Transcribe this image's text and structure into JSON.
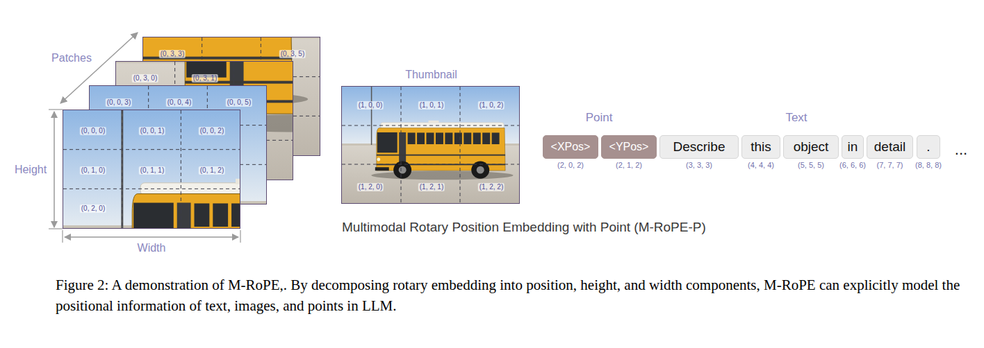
{
  "diagram": {
    "title": "Multimodal Rotary Position Embedding with Point (M-RoPE-P)",
    "caption": "Figure 2: A demonstration of M-RoPE,. By decomposing rotary embedding into position, height, and width components, M-RoPE can explicitly model the positional information of text, images, and points in LLM.",
    "nodes": [
      {
        "text": [
          "(0, 0, 0)",
          "(0, 0, 1)",
          "(0, 0, 2)",
          "(0, 1, 0)",
          "(0, 1, 1)",
          "(0, 1, 2)",
          "(0, 2, 0)"
        ]
      },
      {
        "text": [
          "(0, 0, 3)",
          "(0, 0, 4)",
          "(0, 0, 5)"
        ]
      },
      {
        "text": [
          "(0, 3, 0)",
          "(0, 3, 1)"
        ]
      },
      {
        "text": [
          "(0, 3, 3)",
          "(0, 3, 5)"
        ]
      },
      {
        "text": [
          "Thumbnail",
          "(1, 0, 0)",
          "(1, 0, 1)",
          "(1, 0, 2)",
          "(1, 2, 0)",
          "(1, 2, 1)",
          "(1, 2, 2)"
        ]
      },
      {
        "text": [
          "<XPos>",
          "(2, 0, 2)"
        ]
      },
      {
        "text": [
          "<YPos>",
          "(2, 1, 2)"
        ]
      },
      {
        "text": [
          "Describe",
          "(3, 3, 3)"
        ]
      },
      {
        "text": [
          "this",
          "(4, 4, 4)"
        ]
      },
      {
        "text": [
          "object",
          "(5, 5, 5)"
        ]
      },
      {
        "text": [
          "in",
          "(6, 6, 6)"
        ]
      },
      {
        "text": [
          "detail",
          "(7, 7, 7)"
        ]
      },
      {
        "text": [
          ".",
          "(8, 8, 8)"
        ]
      }
    ],
    "labels": [
      "Patches",
      "Height",
      "Width",
      "Point",
      "Text",
      "..."
    ]
  }
}
